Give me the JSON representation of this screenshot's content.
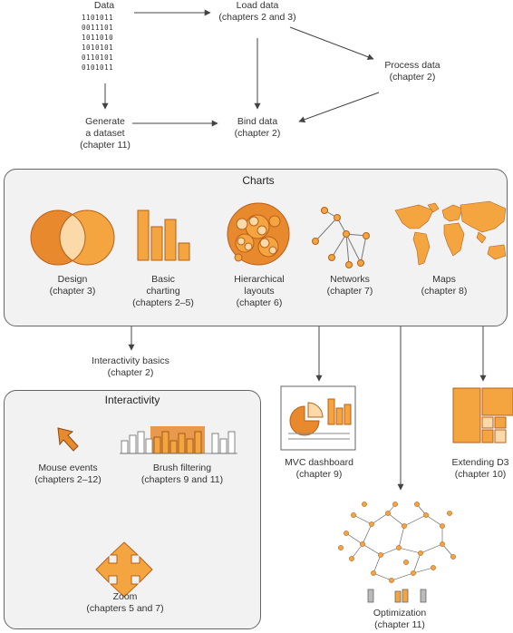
{
  "colors": {
    "orange": "#f5a540",
    "orange_dark": "#d46a1a",
    "orange_light": "#fbd9a8",
    "panel_bg": "#f2f2f2",
    "arrow": "#444444"
  },
  "top": {
    "data": {
      "title": "Data",
      "binary": [
        "1101011",
        "0011101",
        "1011010",
        "1010101",
        "0110101",
        "0101011"
      ]
    },
    "load": [
      "Load data",
      "(chapters 2 and 3)"
    ],
    "process": [
      "Process data",
      "(chapter 2)"
    ],
    "generate": [
      "Generate",
      "a dataset",
      "(chapter 11)"
    ],
    "bind": [
      "Bind data",
      "(chapter 2)"
    ]
  },
  "charts": {
    "title": "Charts",
    "design": [
      "Design",
      "(chapter 3)"
    ],
    "basic": [
      "Basic",
      "charting",
      "(chapters 2–5)"
    ],
    "hier": [
      "Hierarchical",
      "layouts",
      "(chapter 6)"
    ],
    "networks": [
      "Networks",
      "(chapter 7)"
    ],
    "maps": [
      "Maps",
      "(chapter 8)"
    ]
  },
  "interactivity_basics": [
    "Interactivity basics",
    "(chapter 2)"
  ],
  "interactivity": {
    "title": "Interactivity",
    "mouse": [
      "Mouse events",
      "(chapters 2–12)"
    ],
    "brush": [
      "Brush filtering",
      "(chapters 9 and 11)"
    ],
    "zoom": [
      "Zoom",
      "(chapters 5 and 7)"
    ]
  },
  "mvc": [
    "MVC dashboard",
    "(chapter 9)"
  ],
  "extending": [
    "Extending D3",
    "(chapter 10)"
  ],
  "optimization": [
    "Optimization",
    "(chapter 11)"
  ]
}
